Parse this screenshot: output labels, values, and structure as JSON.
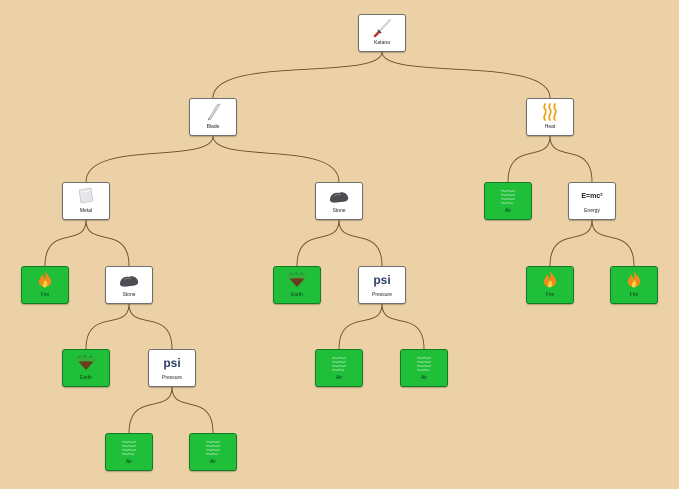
{
  "colors": {
    "background": "#ecd1a6",
    "node_fill": "#ffffff",
    "base_fill": "#1fbf3a",
    "edge": "#6b4a2b"
  },
  "nodes": [
    {
      "label": "Katana",
      "icon": "katana-icon",
      "base": false
    },
    {
      "label": "Blade",
      "icon": "blade-icon",
      "base": false
    },
    {
      "label": "Heat",
      "icon": "heat-icon",
      "base": false
    },
    {
      "label": "Metal",
      "icon": "metal-icon",
      "base": false
    },
    {
      "label": "Stone",
      "icon": "stone-icon",
      "base": false
    },
    {
      "label": "Air",
      "icon": "air-icon",
      "base": true
    },
    {
      "label": "Energy",
      "icon": "energy-icon",
      "icon_text": "E=mc²",
      "base": false
    },
    {
      "label": "Fire",
      "icon": "fire-icon",
      "base": true
    },
    {
      "label": "Stone",
      "icon": "stone-icon",
      "base": false
    },
    {
      "label": "Earth",
      "icon": "earth-icon",
      "base": true
    },
    {
      "label": "Pressure",
      "icon": "psi-icon",
      "icon_text": "psi",
      "base": false
    },
    {
      "label": "Fire",
      "icon": "fire-icon",
      "base": true
    },
    {
      "label": "Fire",
      "icon": "fire-icon",
      "base": true
    },
    {
      "label": "Earth",
      "icon": "earth-icon",
      "base": true
    },
    {
      "label": "Pressure",
      "icon": "psi-icon",
      "icon_text": "psi",
      "base": false
    },
    {
      "label": "Air",
      "icon": "air-icon",
      "base": true
    },
    {
      "label": "Air",
      "icon": "air-icon",
      "base": true
    },
    {
      "label": "Air",
      "icon": "air-icon",
      "base": true
    },
    {
      "label": "Air",
      "icon": "air-icon",
      "base": true
    }
  ]
}
